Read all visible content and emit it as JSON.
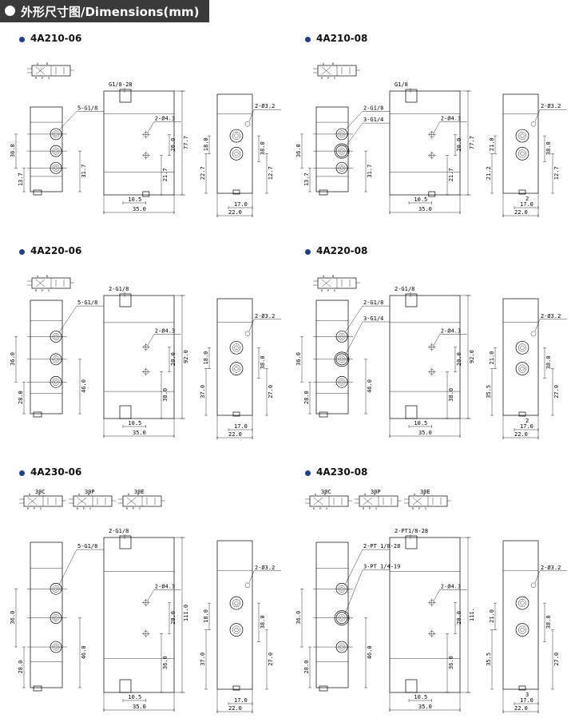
{
  "header": {
    "title": "外形尺寸图/Dimensions(mm)"
  },
  "sections": [
    {
      "model": "4A210-06",
      "variant": "a",
      "symbols": [
        {
          "label": ""
        }
      ],
      "front": {
        "callouts": [
          "5-G1/8"
        ],
        "dims": [
          "36.0",
          "13.7",
          "31.7"
        ]
      },
      "side": {
        "callouts": [
          "G1/8-28",
          "2-Ø4.3"
        ],
        "dims": [
          "20.0",
          "21.7",
          "77.7",
          "10.5",
          "35.0"
        ]
      },
      "end": {
        "callouts": [
          "2-Ø3.2"
        ],
        "dims": [
          "18.0",
          "22.7",
          "38.0",
          "12.7",
          "17.0",
          "22.0"
        ]
      }
    },
    {
      "model": "4A210-08",
      "variant": "b",
      "symbols": [
        {
          "label": ""
        }
      ],
      "front": {
        "callouts": [
          "2-G1/8",
          "3-G1/4"
        ],
        "dims": [
          "36.0",
          "13.7",
          "31.7"
        ]
      },
      "side": {
        "callouts": [
          "G1/8",
          "2-Ø4.3"
        ],
        "dims": [
          "20.0",
          "21.7",
          "77.7",
          "10.5",
          "35.0"
        ]
      },
      "end": {
        "callouts": [
          "2-Ø3.2"
        ],
        "dims": [
          "21.0",
          "21.2",
          "38.0",
          "12.7",
          "2",
          "17.0",
          "22.0"
        ]
      }
    },
    {
      "model": "4A220-06",
      "variant": "a",
      "symbols": [
        {
          "label": ""
        }
      ],
      "front": {
        "callouts": [
          "5-G1/8"
        ],
        "dims": [
          "36.0",
          "28.0",
          "46.0"
        ]
      },
      "side": {
        "callouts": [
          "2-G1/8",
          "2-Ø4.3"
        ],
        "dims": [
          "20.0",
          "38.0",
          "92.0",
          "10.5",
          "35.0"
        ]
      },
      "end": {
        "callouts": [
          "2-Ø3.2"
        ],
        "dims": [
          "18.0",
          "37.0",
          "38.0",
          "27.0",
          "17.0",
          "22.0"
        ]
      }
    },
    {
      "model": "4A220-08",
      "variant": "b",
      "symbols": [
        {
          "label": ""
        }
      ],
      "front": {
        "callouts": [
          "2-G1/8",
          "3-G1/4"
        ],
        "dims": [
          "36.0",
          "28.0",
          "46.0"
        ]
      },
      "side": {
        "callouts": [
          "2-G1/8",
          "2-Ø4.3"
        ],
        "dims": [
          "20.0",
          "38.0",
          "92.0",
          "10.5",
          "35.0"
        ]
      },
      "end": {
        "callouts": [
          "2-Ø3.2"
        ],
        "dims": [
          "21.0",
          "35.5",
          "38.0",
          "27.0",
          "2",
          "17.0",
          "22.0"
        ]
      }
    },
    {
      "model": "4A230-06",
      "variant": "a",
      "symbols": [
        {
          "label": "30C"
        },
        {
          "label": "30P"
        },
        {
          "label": "30E"
        }
      ],
      "front": {
        "callouts": [
          "5-G1/8"
        ],
        "dims": [
          "36.0",
          "28.0",
          "46.0"
        ]
      },
      "side": {
        "callouts": [
          "2-G1/8",
          "2-Ø4.3"
        ],
        "dims": [
          "20.0",
          "36.0",
          "111.0",
          "10.5",
          "35.0"
        ]
      },
      "end": {
        "callouts": [
          "2-Ø3.2"
        ],
        "dims": [
          "18.0",
          "37.0",
          "38.0",
          "27.0",
          "17.0",
          "22.0"
        ]
      }
    },
    {
      "model": "4A230-08",
      "variant": "b",
      "symbols": [
        {
          "label": "30C"
        },
        {
          "label": "30P"
        },
        {
          "label": "30E"
        }
      ],
      "front": {
        "callouts": [
          "2-PT 1/8-28",
          "3-PT 1/4-19"
        ],
        "dims": [
          "36.0",
          "28.0",
          "46.0"
        ]
      },
      "side": {
        "callouts": [
          "2-PT1/8-28",
          "2-Ø4.3"
        ],
        "dims": [
          "20.0",
          "36.0",
          "111.",
          "10.5",
          "35.0"
        ]
      },
      "end": {
        "callouts": [
          "2-Ø3.2"
        ],
        "dims": [
          "21.0",
          "35.5",
          "38.0",
          "27.0",
          "3",
          "17.0",
          "22.0"
        ]
      }
    }
  ],
  "port_letters": [
    "A",
    "B",
    "R",
    "P",
    "S"
  ],
  "colors": {
    "header_bg": "#3a3a3a",
    "bullet": "#1f3f8a",
    "line": "#000000"
  }
}
